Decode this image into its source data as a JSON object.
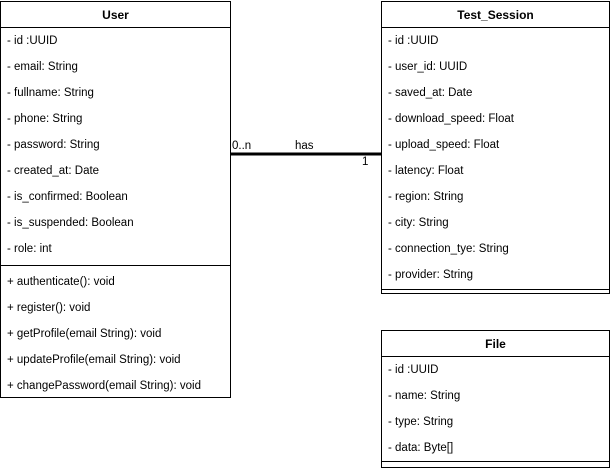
{
  "classes": {
    "user": {
      "name": "User",
      "attributes": [
        "- id :UUID",
        "- email: String",
        "- fullname: String",
        "- phone: String",
        "- password: String",
        "- created_at: Date",
        "- is_confirmed: Boolean",
        "- is_suspended: Boolean",
        "- role: int"
      ],
      "methods": [
        "+ authenticate(): void",
        "+ register(): void",
        "+ getProfile(email String): void",
        "+ updateProfile(email String): void",
        "+ changePassword(email String): void"
      ]
    },
    "test_session": {
      "name": "Test_Session",
      "attributes": [
        "- id :UUID",
        "- user_id: UUID",
        "- saved_at: Date",
        "- download_speed: Float",
        "- upload_speed: Float",
        "- latency: Float",
        "- region: String",
        "- city: String",
        "- connection_tye: String",
        "- provider: String"
      ]
    },
    "file": {
      "name": "File",
      "attributes": [
        "- id :UUID",
        "- name: String",
        "- type: String",
        "- data: Byte[]"
      ]
    }
  },
  "association": {
    "label": "has",
    "source_multiplicity": "0..n",
    "target_multiplicity": "1"
  }
}
